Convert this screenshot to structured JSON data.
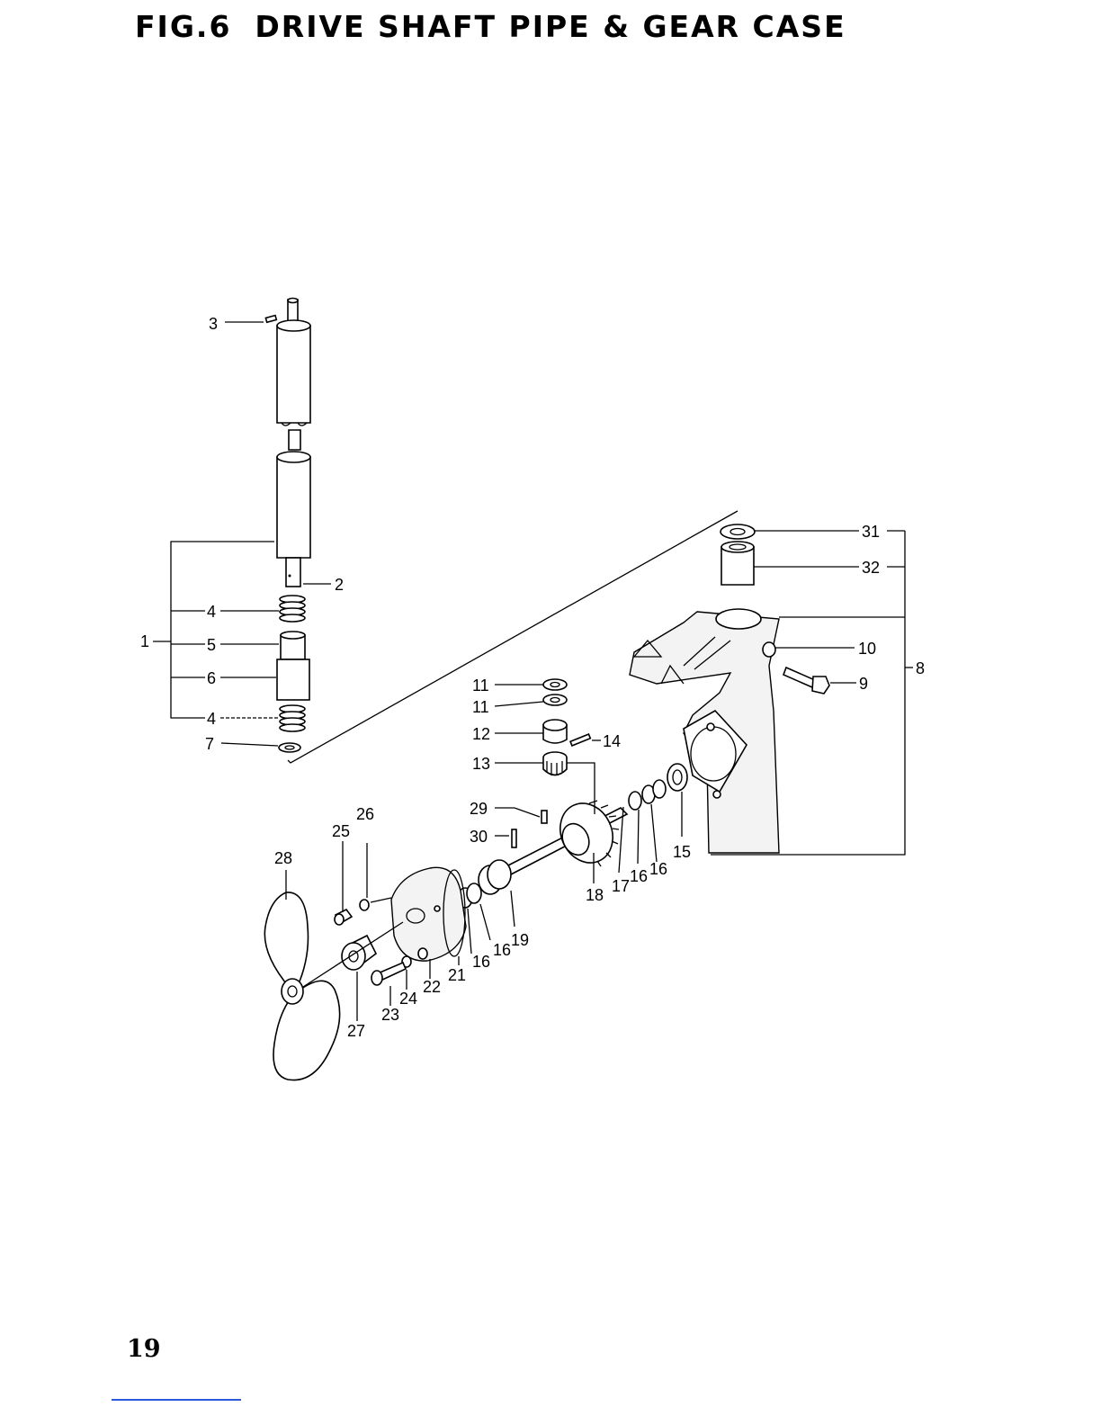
{
  "header": {
    "figure_number": "FIG.6",
    "title": "DRIVE SHAFT PIPE & GEAR CASE"
  },
  "callouts": [
    {
      "id": "c1",
      "label": "1"
    },
    {
      "id": "c2",
      "label": "2"
    },
    {
      "id": "c3",
      "label": "3"
    },
    {
      "id": "c4a",
      "label": "4"
    },
    {
      "id": "c4b",
      "label": "4"
    },
    {
      "id": "c5",
      "label": "5"
    },
    {
      "id": "c6",
      "label": "6"
    },
    {
      "id": "c7",
      "label": "7"
    },
    {
      "id": "c8",
      "label": "8"
    },
    {
      "id": "c9",
      "label": "9"
    },
    {
      "id": "c10",
      "label": "10"
    },
    {
      "id": "c11a",
      "label": "11"
    },
    {
      "id": "c11b",
      "label": "11"
    },
    {
      "id": "c12",
      "label": "12"
    },
    {
      "id": "c13",
      "label": "13"
    },
    {
      "id": "c14",
      "label": "14"
    },
    {
      "id": "c15",
      "label": "15"
    },
    {
      "id": "c16a",
      "label": "16"
    },
    {
      "id": "c16b",
      "label": "16"
    },
    {
      "id": "c16c",
      "label": "16"
    },
    {
      "id": "c16d",
      "label": "16"
    },
    {
      "id": "c17",
      "label": "17"
    },
    {
      "id": "c18",
      "label": "18"
    },
    {
      "id": "c19",
      "label": "19"
    },
    {
      "id": "c21",
      "label": "21"
    },
    {
      "id": "c22",
      "label": "22"
    },
    {
      "id": "c23",
      "label": "23"
    },
    {
      "id": "c24",
      "label": "24"
    },
    {
      "id": "c25",
      "label": "25"
    },
    {
      "id": "c26",
      "label": "26"
    },
    {
      "id": "c27",
      "label": "27"
    },
    {
      "id": "c28",
      "label": "28"
    },
    {
      "id": "c29",
      "label": "29"
    },
    {
      "id": "c30",
      "label": "30"
    },
    {
      "id": "c31",
      "label": "31"
    },
    {
      "id": "c32",
      "label": "32"
    }
  ],
  "footer": {
    "page_number": "19"
  }
}
